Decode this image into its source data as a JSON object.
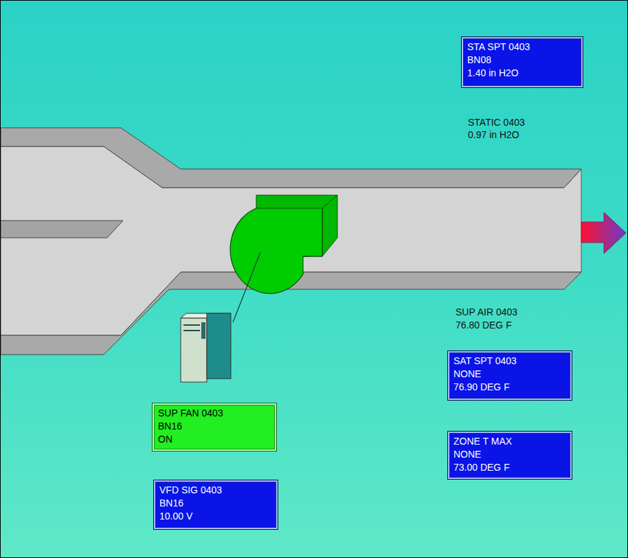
{
  "diagram": {
    "nodes": [
      {
        "text": [
          "STA SPT 0403",
          "BN08",
          "1.40 in H2O"
        ]
      },
      {
        "text": [
          "SUP FAN 0403",
          "BN16",
          "ON"
        ]
      },
      {
        "text": [
          "VFD SIG 0403",
          "BN16",
          "10.00 V"
        ]
      },
      {
        "text": [
          "SAT SPT 0403",
          "NONE",
          "76.90 DEG F"
        ]
      },
      {
        "text": [
          "ZONE T MAX",
          "NONE",
          "73.00 DEG F"
        ]
      }
    ],
    "labels": [
      "STATIC 0403",
      "0.97 in H2O",
      "SUP AIR 0403",
      "76.80 DEG F"
    ]
  }
}
